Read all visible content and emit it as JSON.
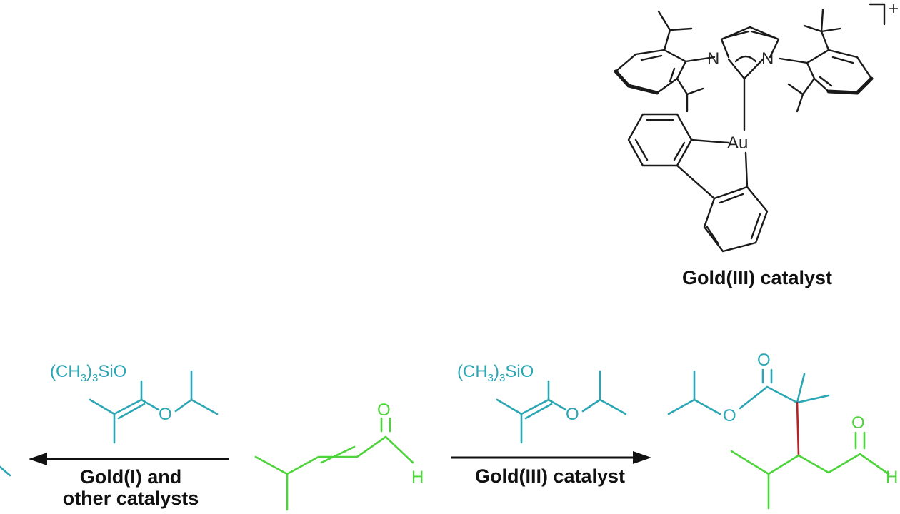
{
  "catalyst": {
    "label": "Gold(III) catalyst",
    "atoms": {
      "n_left": "N",
      "n_right": "N",
      "metal": "Au"
    }
  },
  "left_reaction": {
    "reagent": {
      "silyl_group": "(CH3)3SiO",
      "ether_oxygen": "O"
    },
    "arrow_label_line1": "Gold(I) and",
    "arrow_label_line2": "other catalysts",
    "direction": "left"
  },
  "starting_material": {
    "carbonyl_oxygen": "O",
    "aldehyde_h": "H"
  },
  "right_reaction": {
    "reagent": {
      "silyl_group": "(CH3)3SiO",
      "ether_oxygen": "O"
    },
    "arrow_label": "Gold(III) catalyst",
    "direction": "right"
  },
  "product": {
    "ester_carbonyl_oxygen": "O",
    "ester_oxygen": "O",
    "aldehyde_oxygen": "O",
    "aldehyde_h": "H"
  },
  "colors": {
    "reagent": "#2aa6b5",
    "substrate": "#4cd43a",
    "new_bond": "#b3232a",
    "catalyst": "#1a1a1a"
  },
  "icons": [
    "bracket-icon",
    "left-arrow-icon",
    "right-arrow-icon"
  ]
}
